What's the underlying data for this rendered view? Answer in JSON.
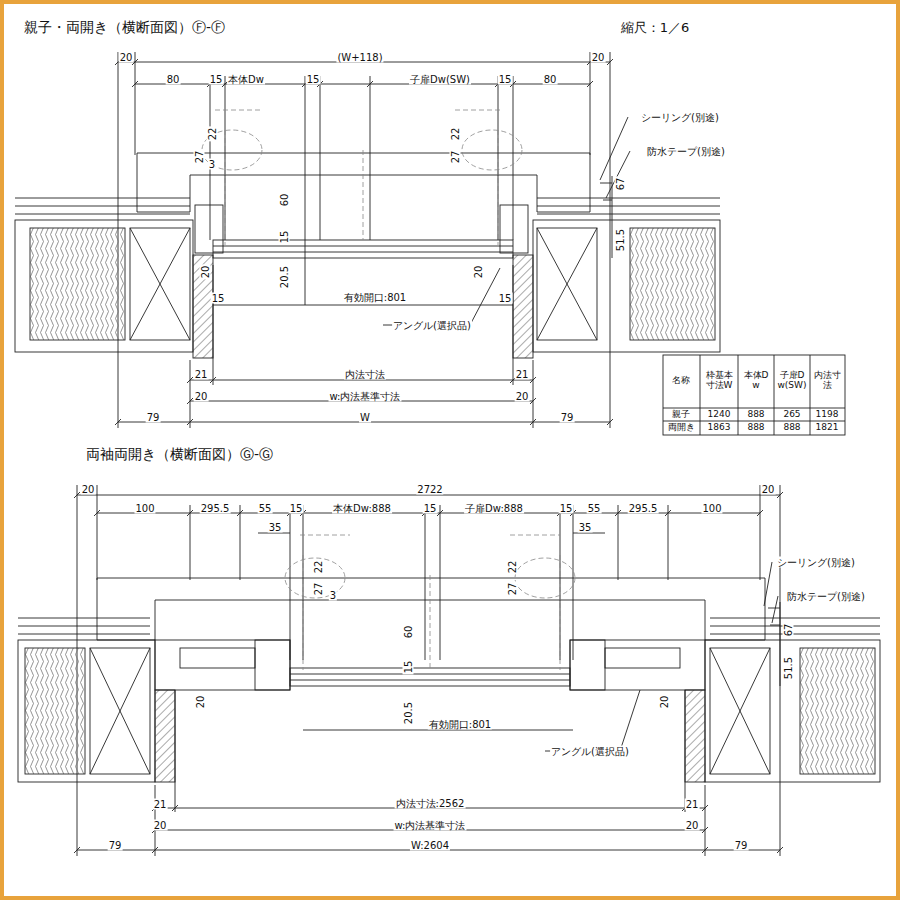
{
  "diagram": {
    "title": "親子・両開き（横断面図）Ⓕ-Ⓕ",
    "labels": [
      "縮尺：1／6",
      "20",
      "(W+118)",
      "20",
      "80",
      "15",
      "本体Dw",
      "15",
      "子扉Dw(SW)",
      "15",
      "80",
      "22",
      "22",
      "27",
      "3",
      "27",
      "60",
      "15",
      "20.5",
      "20",
      "20",
      "15",
      "15",
      "有効開口:801",
      "シーリング(別途)",
      "防水テープ(別途)",
      "67",
      "51.5",
      "アングル(選択品)",
      "21",
      "内法寸法",
      "21",
      "20",
      "w:内法基準寸法",
      "20",
      "79",
      "W",
      "79",
      "名称",
      "枠基本寸法W",
      "本体Dw",
      "子扉Dw(SW)",
      "内法寸法",
      "親子",
      "1240",
      "888",
      "265",
      "1198",
      "両開き",
      "1863",
      "888",
      "888",
      "1821",
      "両袖両開き（横断面図）Ⓖ-Ⓖ",
      "20",
      "2722",
      "20",
      "100",
      "295.5",
      "55",
      "15",
      "本体Dw:888",
      "15",
      "子扉Dw:888",
      "15",
      "55",
      "295.5",
      "100",
      "35",
      "35",
      "22",
      "27",
      "3",
      "22",
      "27",
      "60",
      "15",
      "20.5",
      "有効開口:801",
      "20",
      "20",
      "シーリング(別途)",
      "防水テープ(別途)",
      "67",
      "51.5",
      "アングル(選択品)",
      "21",
      "内法寸法:2562",
      "21",
      "20",
      "w:内法基準寸法",
      "20",
      "79",
      "W:2604",
      "79"
    ]
  }
}
